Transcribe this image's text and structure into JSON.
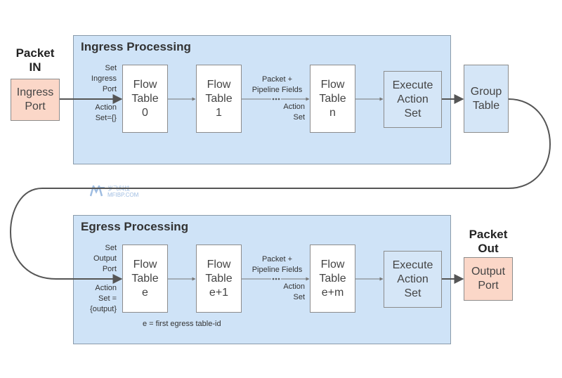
{
  "packet_in": {
    "title_line1": "Packet",
    "title_line2": "IN",
    "port_line1": "Ingress",
    "port_line2": "Port"
  },
  "packet_out": {
    "title_line1": "Packet",
    "title_line2": "Out",
    "port_line1": "Output",
    "port_line2": "Port"
  },
  "ingress": {
    "title": "Ingress Processing",
    "set_label": [
      "Set",
      "Ingress",
      "Port"
    ],
    "action_label": [
      "Action",
      "Set={}"
    ],
    "tables": [
      {
        "l1": "Flow",
        "l2": "Table",
        "l3": "0"
      },
      {
        "l1": "Flow",
        "l2": "Table",
        "l3": "1"
      },
      {
        "l1": "Flow",
        "l2": "Table",
        "l3": "n"
      }
    ],
    "pipeline_label": [
      "Packet +",
      "Pipeline Fields"
    ],
    "pipeline_action": [
      "Action",
      "Set"
    ],
    "execute": {
      "l1": "Execute",
      "l2": "Action",
      "l3": "Set"
    }
  },
  "group_table": {
    "l1": "Group",
    "l2": "Table"
  },
  "egress": {
    "title": "Egress Processing",
    "set_label": [
      "Set",
      "Output",
      "Port"
    ],
    "action_label": [
      "Action",
      "Set =",
      "{output}"
    ],
    "tables": [
      {
        "l1": "Flow",
        "l2": "Table",
        "l3": "e"
      },
      {
        "l1": "Flow",
        "l2": "Table",
        "l3": "e+1"
      },
      {
        "l1": "Flow",
        "l2": "Table",
        "l3": "e+m"
      }
    ],
    "pipeline_label": [
      "Packet +",
      "Pipeline Fields"
    ],
    "pipeline_action": [
      "Action",
      "Set"
    ],
    "execute": {
      "l1": "Execute",
      "l2": "Action",
      "l3": "Set"
    },
    "footnote": "e = first egress table-id"
  },
  "watermark": {
    "line1": "岁飞科技",
    "line2": "MFIBP.COM"
  },
  "colors": {
    "stage_fill": "#cfe3f7",
    "port_fill": "#fbd7c8",
    "arrow": "#555555"
  }
}
